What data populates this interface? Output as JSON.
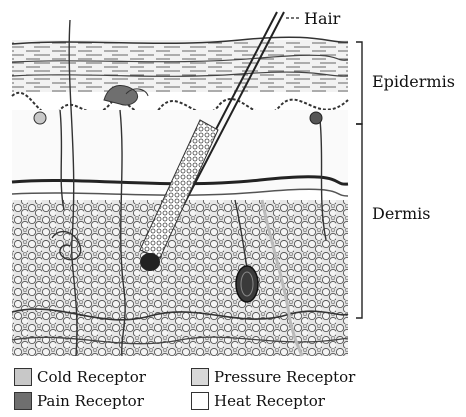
{
  "labels": {
    "hair": "Hair",
    "epidermis": "Epidermis",
    "dermis": "Dermis"
  },
  "legend": {
    "cold": "Cold Receptor",
    "pressure": "Pressure Receptor",
    "pain": "Pain Receptor",
    "heat": "Heat Receptor"
  },
  "colors": {
    "cold": "#c8c8c8",
    "pressure": "#d8d8d8",
    "pain": "#6f6f6f",
    "heat": "#ffffff"
  }
}
